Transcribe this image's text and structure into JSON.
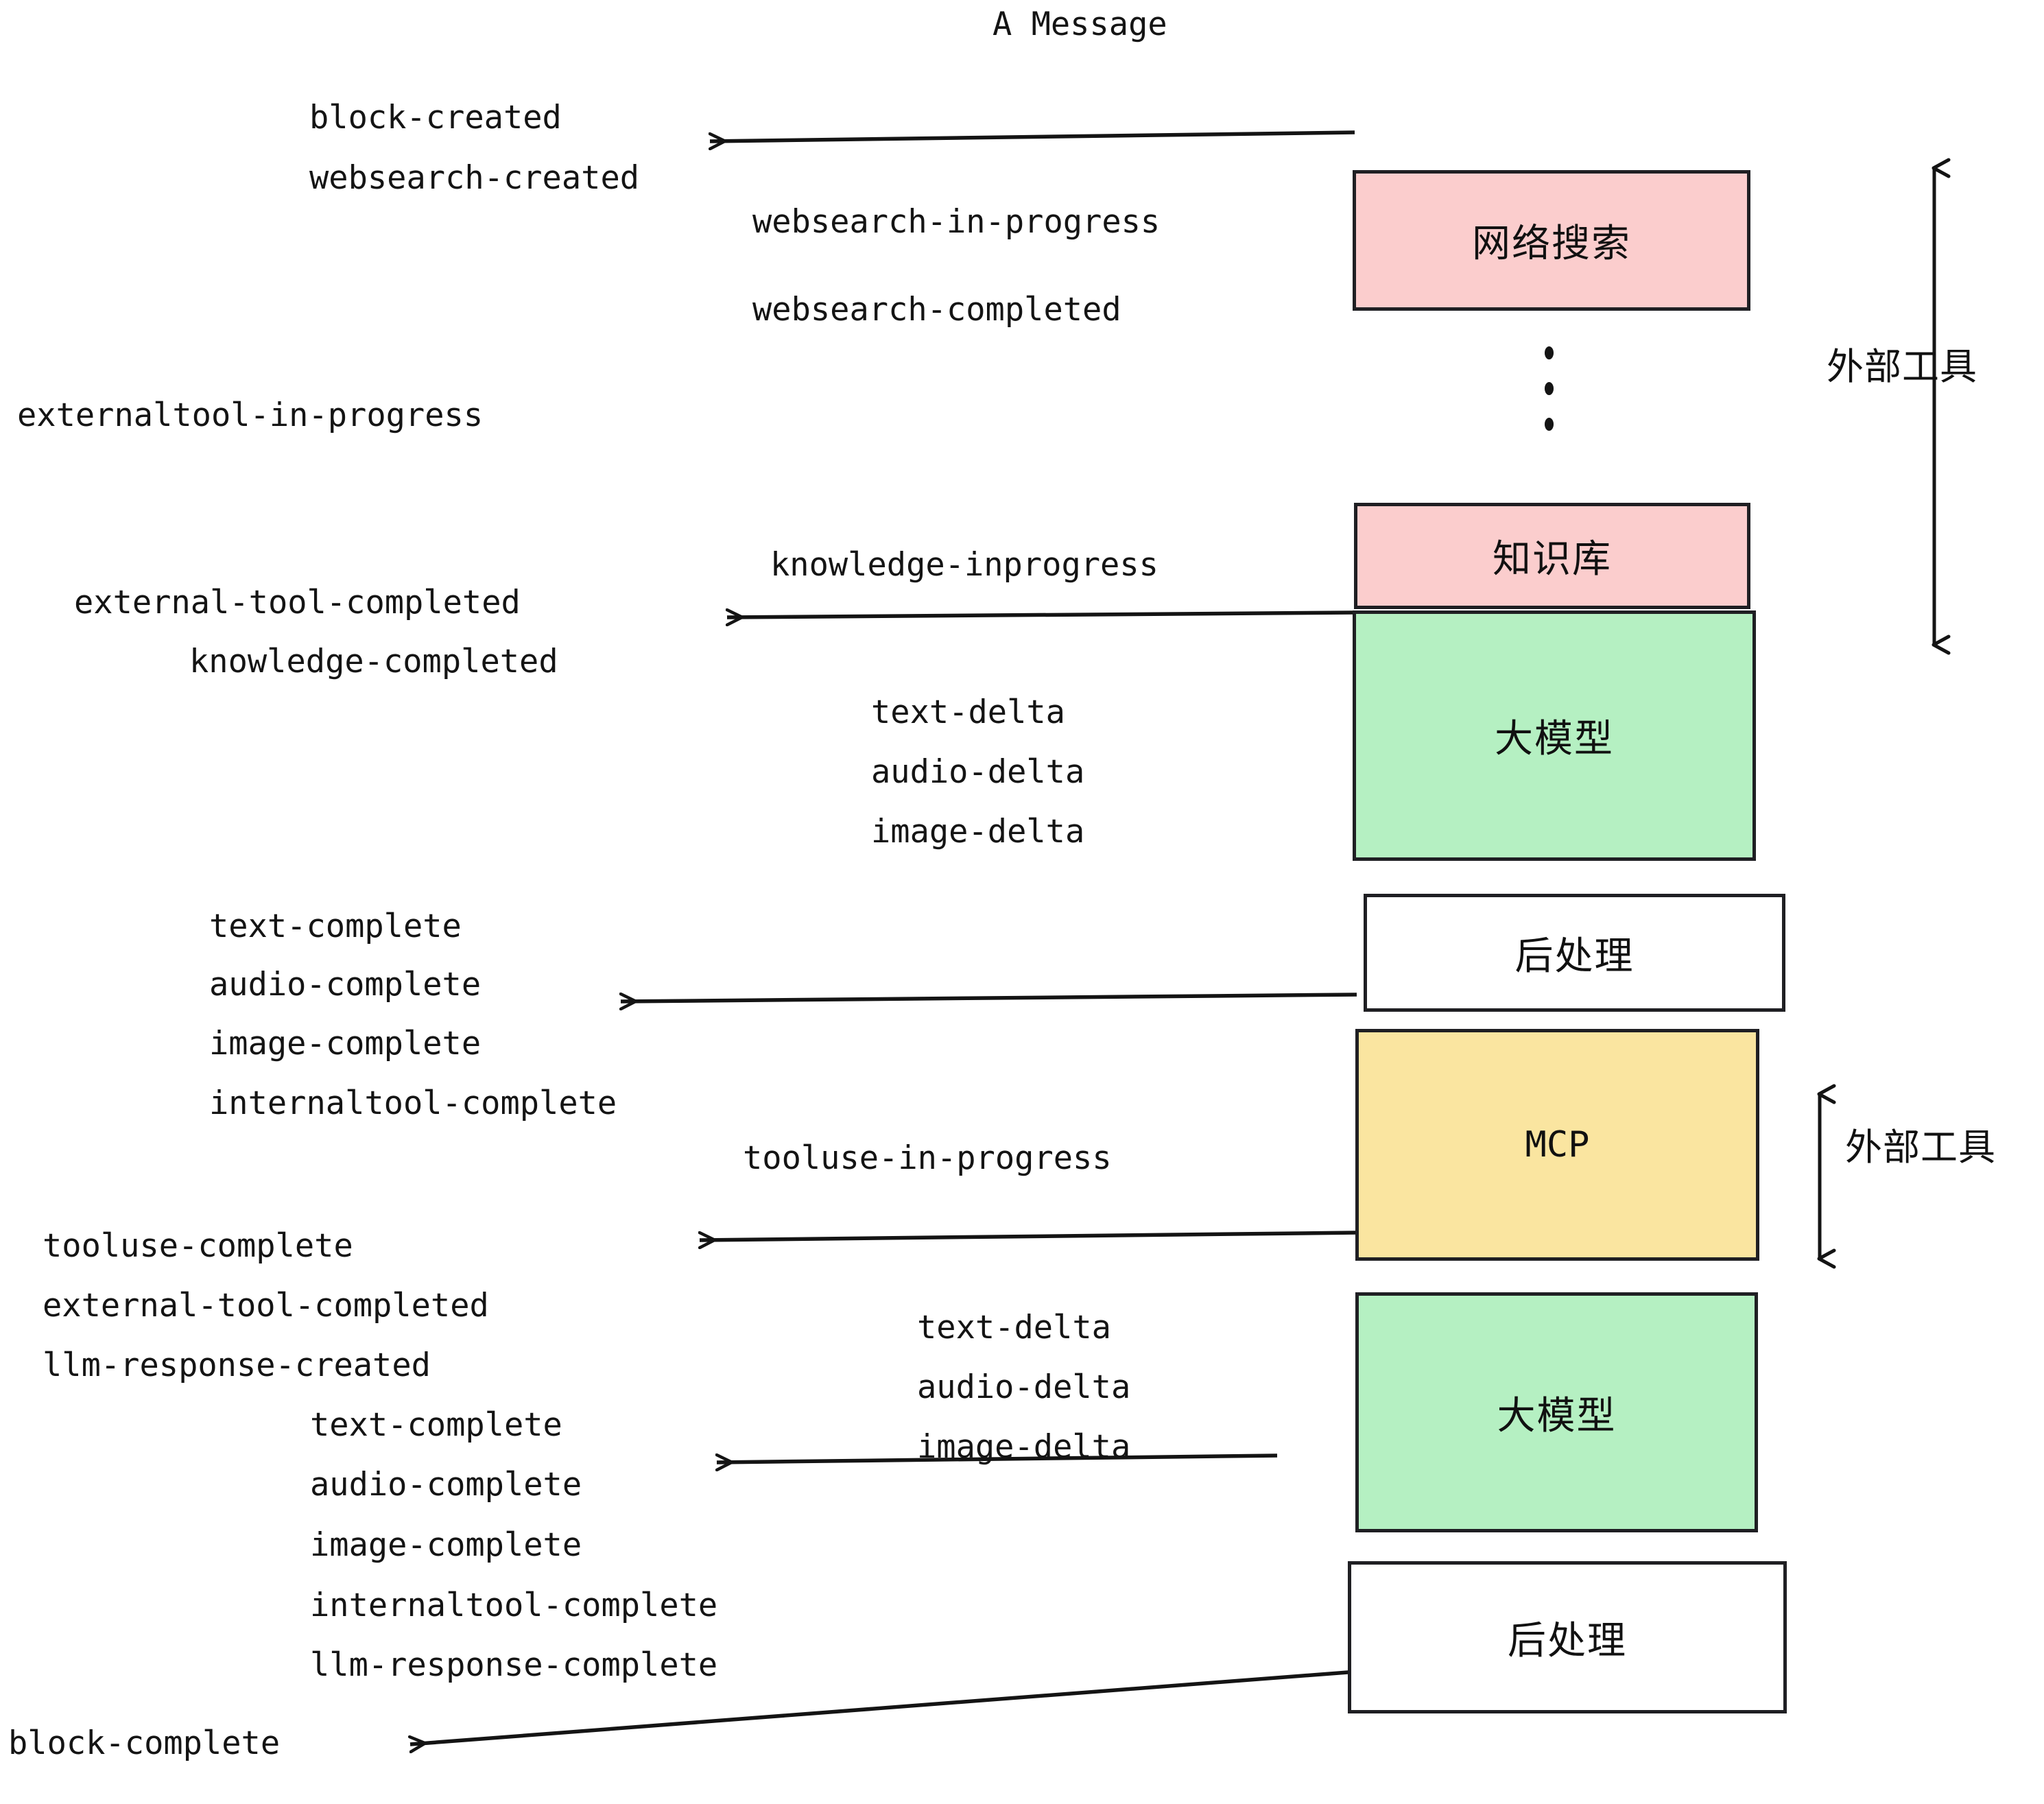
{
  "diagram": {
    "title": "A Message",
    "colors": {
      "pink": "#fbcdcd",
      "green": "#b5f0c2",
      "yellow": "#fae5a0",
      "white": "#ffffff",
      "stroke": "#1f1f23",
      "text": "#141414"
    },
    "nodes": [
      {
        "id": "websearch",
        "label": "网络搜索",
        "fill": "pink"
      },
      {
        "id": "knowledgebase",
        "label": "知识库",
        "fill": "pink"
      },
      {
        "id": "llm-1",
        "label": "大模型",
        "fill": "green"
      },
      {
        "id": "postprocess-1",
        "label": "后处理",
        "fill": "white"
      },
      {
        "id": "mcp",
        "label": "MCP",
        "fill": "yellow"
      },
      {
        "id": "llm-2",
        "label": "大模型",
        "fill": "green"
      },
      {
        "id": "postprocess-2",
        "label": "后处理",
        "fill": "white"
      }
    ],
    "side_labels": [
      {
        "id": "external-tools-top",
        "label": "外部工具"
      },
      {
        "id": "external-tools-bottom",
        "label": "外部工具"
      }
    ],
    "events": {
      "block_created": "block-created",
      "websearch_created": "websearch-created",
      "websearch_in_progress": "websearch-in-progress",
      "websearch_completed": "websearch-completed",
      "externaltool_in_progress": "externaltool-in-progress",
      "knowledge_inprogress": "knowledge-inprogress",
      "external_tool_completed_1": "external-tool-completed",
      "knowledge_completed": "knowledge-completed",
      "text_delta_1": "text-delta",
      "audio_delta_1": "audio-delta",
      "image_delta_1": "image-delta",
      "text_complete_1": "text-complete",
      "audio_complete_1": "audio-complete",
      "image_complete_1": "image-complete",
      "internaltool_complete_1": "internaltool-complete",
      "tooluse_in_progress": "tooluse-in-progress",
      "tooluse_complete": "tooluse-complete",
      "external_tool_completed_2": "external-tool-completed",
      "llm_response_created": "llm-response-created",
      "text_delta_2": "text-delta",
      "audio_delta_2": "audio-delta",
      "image_delta_2": "image-delta",
      "text_complete_2": "text-complete",
      "audio_complete_2": "audio-complete",
      "image_complete_2": "image-complete",
      "internaltool_complete_2": "internaltool-complete",
      "llm_response_complete": "llm-response-complete",
      "block_complete": "block-complete"
    }
  }
}
